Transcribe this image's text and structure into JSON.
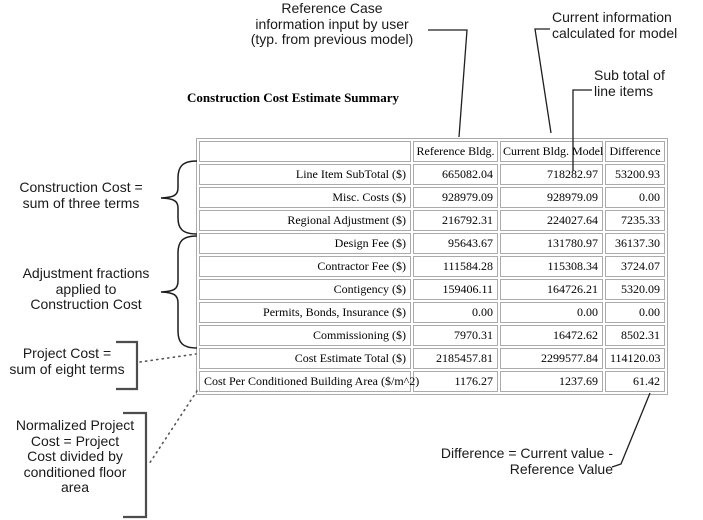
{
  "title": "Construction Cost Estimate Summary",
  "colors": {
    "table_border": "#ababab",
    "callout_line": "#1f1f1f",
    "bracket": "#4d4d4d",
    "dotted_line": "#555555",
    "text": "#000000"
  },
  "table": {
    "columns": [
      "",
      "Reference Bldg.",
      "Current Bldg. Model",
      "Difference"
    ],
    "rows": [
      {
        "label": "Line Item SubTotal ($)",
        "reference": "665082.04",
        "current": "718282.97",
        "difference": "53200.93"
      },
      {
        "label": "Misc. Costs ($)",
        "reference": "928979.09",
        "current": "928979.09",
        "difference": "0.00"
      },
      {
        "label": "Regional Adjustment ($)",
        "reference": "216792.31",
        "current": "224027.64",
        "difference": "7235.33"
      },
      {
        "label": "Design Fee ($)",
        "reference": "95643.67",
        "current": "131780.97",
        "difference": "36137.30"
      },
      {
        "label": "Contractor Fee ($)",
        "reference": "111584.28",
        "current": "115308.34",
        "difference": "3724.07"
      },
      {
        "label": "Contigency ($)",
        "reference": "159406.11",
        "current": "164726.21",
        "difference": "5320.09"
      },
      {
        "label": "Permits, Bonds, Insurance ($)",
        "reference": "0.00",
        "current": "0.00",
        "difference": "0.00"
      },
      {
        "label": "Commissioning ($)",
        "reference": "7970.31",
        "current": "16472.62",
        "difference": "8502.31"
      },
      {
        "label": "Cost Estimate Total ($)",
        "reference": "2185457.81",
        "current": "2299577.84",
        "difference": "114120.03"
      },
      {
        "label": "Cost Per Conditioned Building Area ($/m^2)",
        "reference": "1176.27",
        "current": "1237.69",
        "difference": "61.42"
      }
    ]
  },
  "annotations": {
    "reference_case": "Reference Case\ninformation input by user\n(typ. from previous model)",
    "current_info": "Current information\ncalculated for model",
    "sub_total": "Sub total of\nline items",
    "construction_cost": "Construction Cost =\nsum of three terms",
    "adjustment_fractions": "Adjustment fractions\napplied to\nConstruction Cost",
    "project_cost": "Project Cost =\nsum of eight terms",
    "normalized_cost": "Normalized Project\nCost = Project\nCost divided by\nconditioned floor\narea",
    "difference": "Difference = Current value -\nReference Value"
  }
}
